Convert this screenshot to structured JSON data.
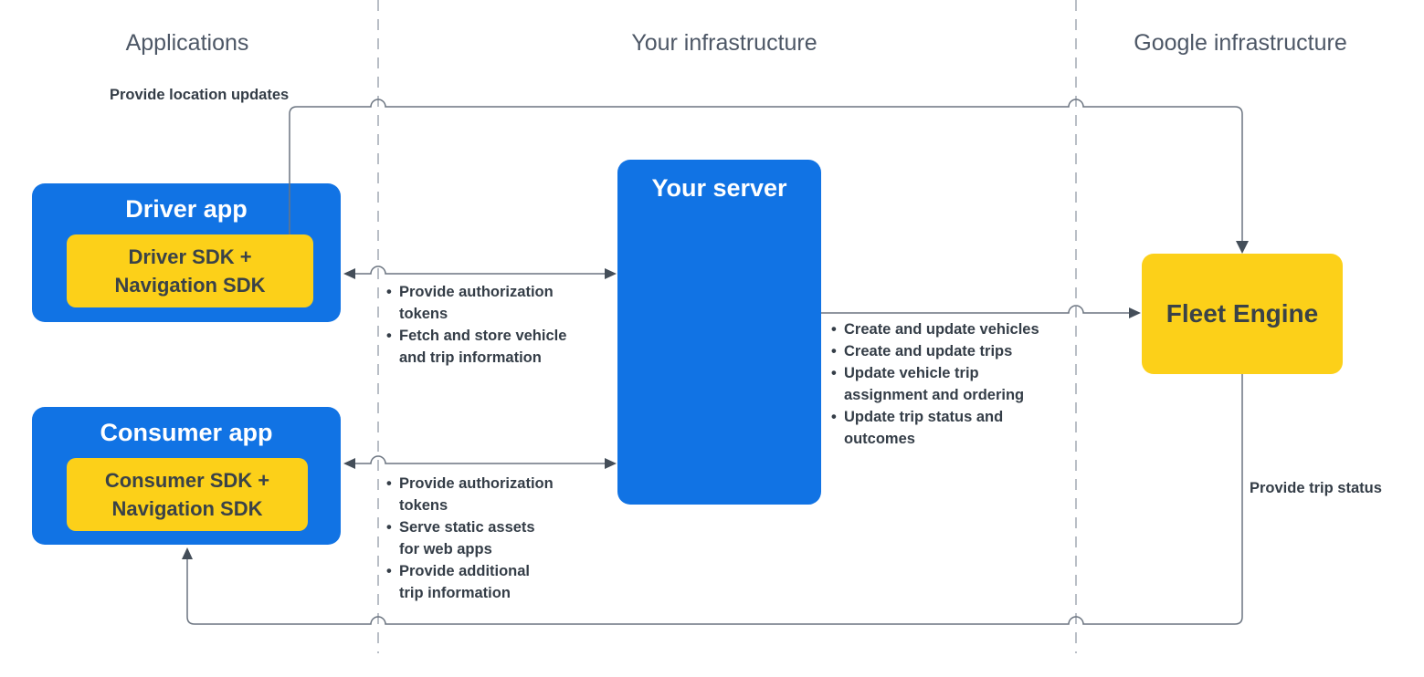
{
  "columns": {
    "applications": {
      "label": "Applications"
    },
    "your_infrastructure": {
      "label": "Your infrastructure"
    },
    "google_infrastructure": {
      "label": "Google infrastructure"
    }
  },
  "nodes": {
    "driver_app": {
      "title": "Driver app",
      "sdk_lines": [
        "Driver SDK +",
        "Navigation SDK"
      ]
    },
    "consumer_app": {
      "title": "Consumer app",
      "sdk_lines": [
        "Consumer SDK +",
        "Navigation SDK"
      ]
    },
    "your_server": {
      "title": "Your server"
    },
    "fleet_engine": {
      "title": "Fleet Engine"
    }
  },
  "edges": {
    "driver_to_fleet": {
      "label": "Provide location updates"
    },
    "fleet_to_consumer": {
      "label": "Provide trip status"
    },
    "driver_server": {
      "items": [
        "Provide authorization tokens",
        "Fetch and store vehicle and trip information"
      ]
    },
    "consumer_server": {
      "items": [
        "Provide authorization tokens",
        "Serve static assets for web apps",
        "Provide additional trip information"
      ]
    },
    "server_fleet": {
      "items": [
        "Create and update vehicles",
        "Create and update trips",
        "Update vehicle trip assignment and ordering",
        "Update trip status and outcomes"
      ]
    }
  },
  "colors": {
    "app_blue": "#1173e4",
    "sdk_yellow": "#fcd019",
    "connector_line": "#6b7480",
    "arrowhead": "#444e59",
    "lane_divider": "#b9bec6",
    "heading_text": "#4d5766",
    "label_text": "#343d47",
    "box_title_on_blue": "#ffffff",
    "box_text_on_yellow": "#3a4248"
  }
}
